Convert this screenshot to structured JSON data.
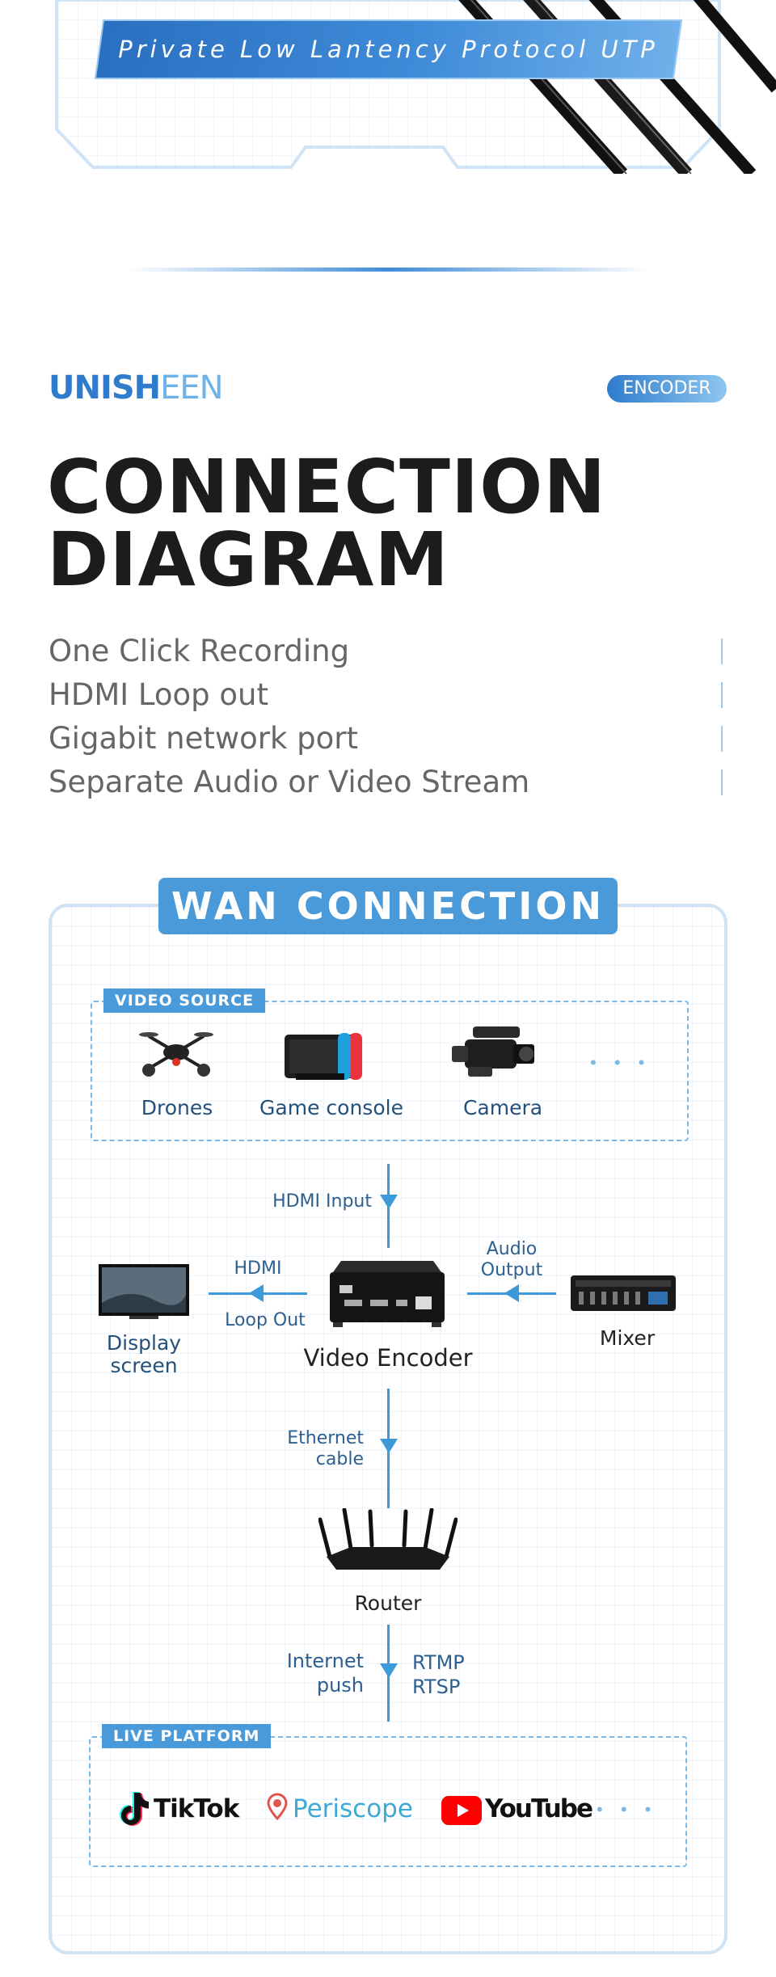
{
  "banner": {
    "text": "Private Low Lantency Protocol UTP"
  },
  "brand": {
    "logo_bold": "UNISH",
    "logo_light": "EEN",
    "badge": "ENCODER"
  },
  "headline": {
    "line1": "CONNECTION",
    "line2": "DIAGRAM"
  },
  "features": [
    "One Click Recording",
    "HDMI Loop out",
    "Gigabit network port",
    "Separate Audio or Video Stream"
  ],
  "diagram": {
    "title": "WAN CONNECTION",
    "video_source": {
      "tag": "VIDEO SOURCE",
      "items": [
        "Drones",
        "Game console",
        "Camera"
      ],
      "more": "• • •"
    },
    "hdmi_input": "HDMI Input",
    "hdmi_out": {
      "top": "HDMI",
      "bottom": "Loop Out"
    },
    "audio_output": {
      "line1": "Audio",
      "line2": "Output"
    },
    "display": {
      "line1": "Display",
      "line2": "screen"
    },
    "encoder_label": "Video Encoder",
    "mixer_label": "Mixer",
    "ethernet": {
      "line1": "Ethernet",
      "line2": "cable"
    },
    "router_label": "Router",
    "internet_push": {
      "line1": "Internet",
      "line2": "push"
    },
    "protocols": {
      "line1": "RTMP",
      "line2": "RTSP"
    },
    "live_platform": {
      "tag": "LIVE PLATFORM",
      "platforms": [
        "TikTok",
        "Periscope",
        "YouTube"
      ],
      "more": "• • •"
    }
  },
  "colors": {
    "accent": "#4a9ad9",
    "brand": "#2f7ccc",
    "text_dark": "#1c1c1c"
  }
}
